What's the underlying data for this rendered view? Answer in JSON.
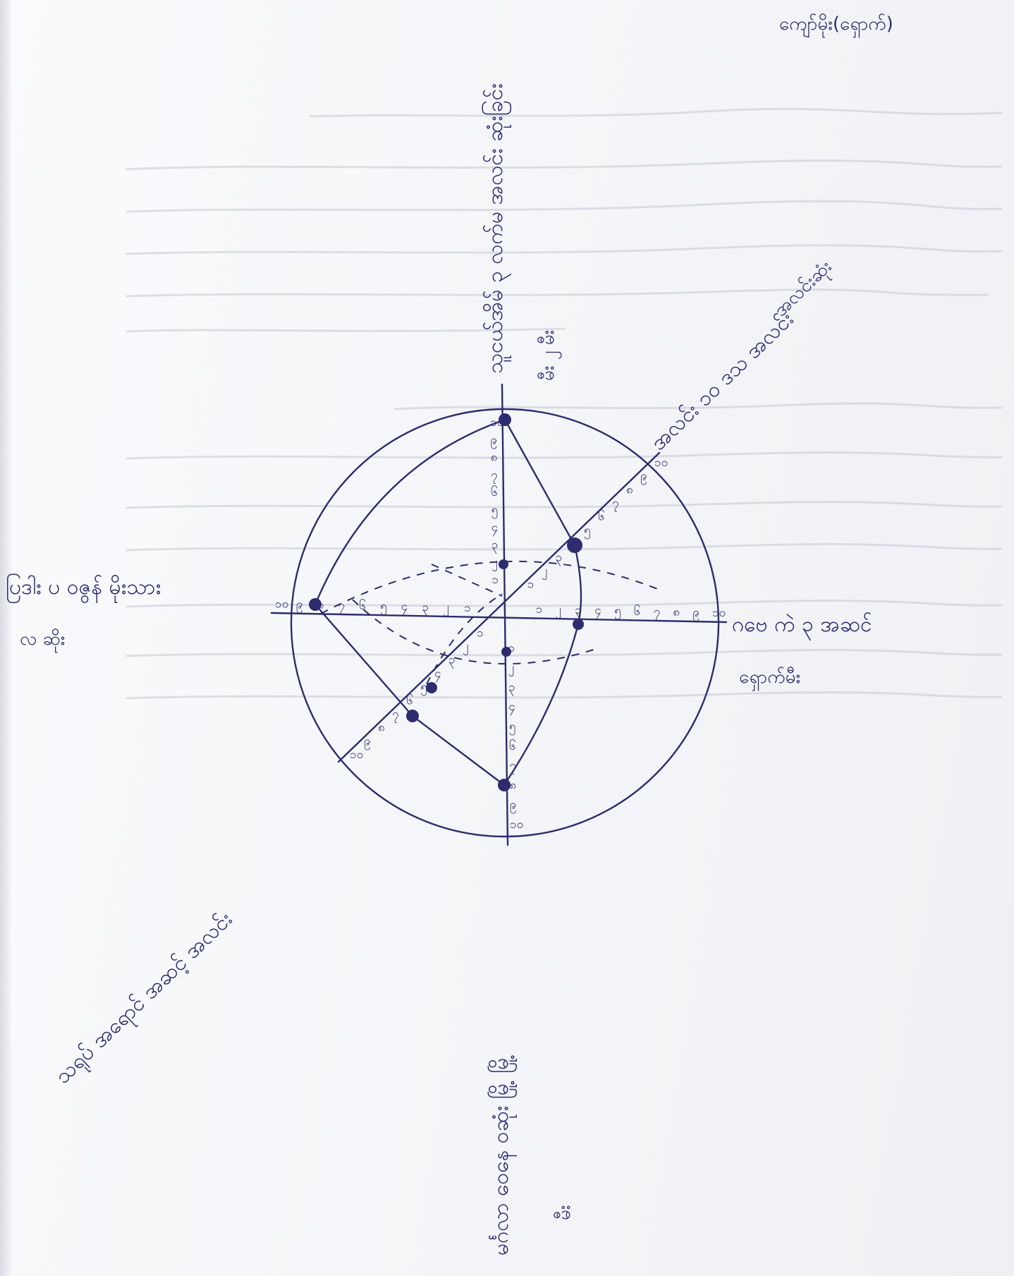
{
  "title": "ကျော်မိုး(ရှောက်)",
  "labels": {
    "top_main": "သူငယ်အိမ် ၃ လက်မ အလင်း ဆုံးခြင်း",
    "top_sub": "မီး ၂ မီး",
    "ne_main": "အလင်း ၁၀ ဒသ အလင်း",
    "ne_sub": "အလင်းဆုံး",
    "east_main": "ဂဗေ ကဲ ၃ အဆင်",
    "east_sub": "ရှောက်မီး",
    "west_main": "ပြဒါး ပ ဝဇွန် မိုးသား",
    "west_sub": "လ ဆိုး",
    "sw_main": "သရုပ် အရောင် အဆင့် အလင်း",
    "south_main": "မင်္ဂလာ ဝေနေ ဝဆုံး မြို့ မြို့",
    "south_sub": "မီး"
  },
  "axis_ticks": {
    "north": [
      "၁",
      "၂",
      "၃",
      "၄",
      "၅",
      "၆",
      "၇",
      "၈",
      "၉",
      "၁၀"
    ],
    "south": [
      "၁",
      "၂",
      "၃",
      "၄",
      "၅",
      "၆",
      "၇",
      "၈",
      "၉",
      "၁၀"
    ],
    "east": [
      "၁",
      "၂",
      "၃",
      "၄",
      "၅",
      "၆",
      "၇",
      "၈",
      "၉",
      "၁၀"
    ],
    "west": [
      "၁",
      "၂",
      "၃",
      "၄",
      "၅",
      "၆",
      "၇",
      "၈",
      "၉",
      "၁၀"
    ],
    "ne": [
      "၁",
      "၂",
      "၃",
      "၄",
      "၅",
      "၆",
      "၇",
      "၈",
      "၉",
      "၁၀"
    ],
    "sw": [
      "၁",
      "၂",
      "၃",
      "၄",
      "၅",
      "၆",
      "၇",
      "၈",
      "၉",
      "၁၀"
    ]
  },
  "colors": {
    "ink": "#2c2c6e"
  }
}
